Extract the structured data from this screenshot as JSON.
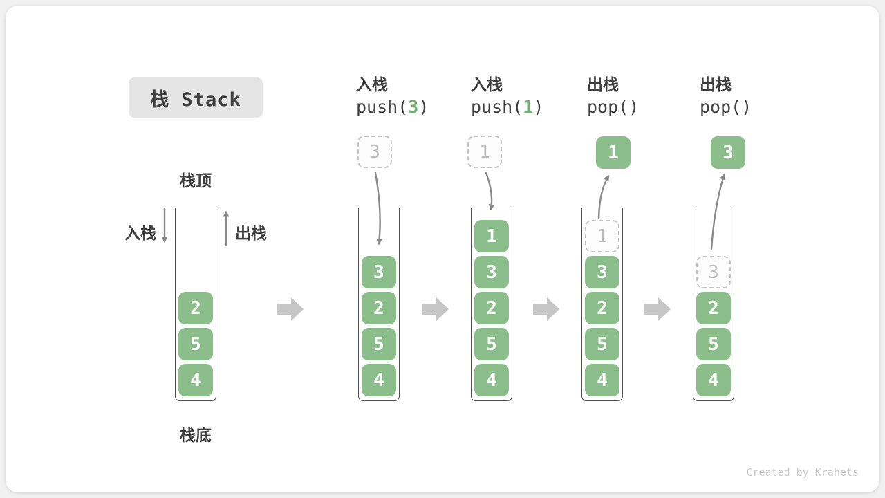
{
  "badge": {
    "label": "栈 Stack"
  },
  "labels": {
    "top": "栈顶",
    "bottom": "栈底",
    "push_side": "入栈",
    "pop_side": "出栈"
  },
  "steps": [
    {
      "name": "initial",
      "cells": [
        "2",
        "5",
        "4"
      ]
    },
    {
      "name": "push-3",
      "header": {
        "label": "入栈",
        "code_pre": "push(",
        "code_arg": "3",
        "code_post": ")"
      },
      "floating": "3",
      "cells": [
        "3",
        "2",
        "5",
        "4"
      ]
    },
    {
      "name": "push-1",
      "header": {
        "label": "入栈",
        "code_pre": "push(",
        "code_arg": "1",
        "code_post": ")"
      },
      "floating": "1",
      "cells": [
        "1",
        "3",
        "2",
        "5",
        "4"
      ]
    },
    {
      "name": "pop-1",
      "header": {
        "label": "出栈",
        "code_pre": "pop(",
        "code_arg": "",
        "code_post": ")"
      },
      "floating": "1",
      "ghost": "1",
      "cells": [
        "3",
        "2",
        "5",
        "4"
      ]
    },
    {
      "name": "pop-2",
      "header": {
        "label": "出栈",
        "code_pre": "pop(",
        "code_arg": "",
        "code_post": ")"
      },
      "floating": "3",
      "ghost": "3",
      "cells": [
        "2",
        "5",
        "4"
      ]
    }
  ],
  "credit": "Created by Krahets",
  "colors": {
    "green": "#8CBE8C",
    "arg_green": "#6FAE6F",
    "ink": "#3E3E3E",
    "arrow": "#8A8A8A",
    "block_arrow": "#C6C6C6",
    "ghost_border": "#C4C4C4",
    "ghost_text": "#BDBDBD",
    "ghost_bg": "#FCFCFC",
    "badge_bg": "#E5E5E5",
    "credit": "#C9C9C9",
    "well_border": "#4F4F4F"
  }
}
